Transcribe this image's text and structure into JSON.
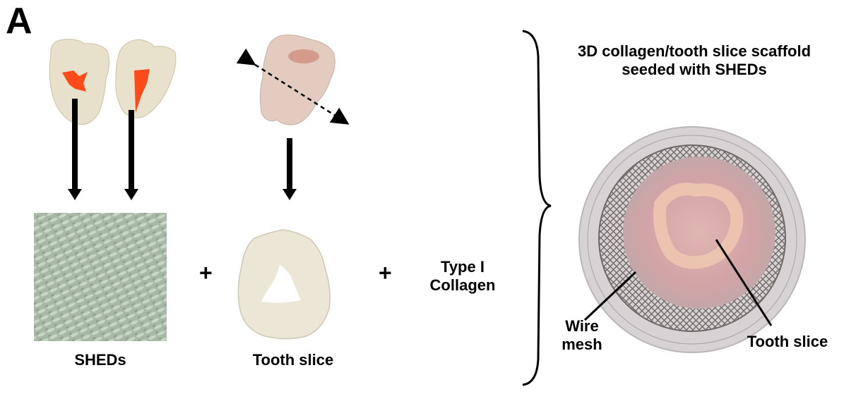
{
  "panel_letter": "A",
  "labels": {
    "sheds": "SHEDs",
    "tooth_slice": "Tooth slice",
    "collagen_line1": "Type I",
    "collagen_line2": "Collagen",
    "scaffold_title_line1": "3D collagen/tooth slice scaffold",
    "scaffold_title_line2": "seeded with SHEDs",
    "wire_mesh_line1": "Wire",
    "wire_mesh_line2": "mesh",
    "tooth_slice_callout": "Tooth slice",
    "plus_1": "+",
    "plus_2": "+"
  },
  "colors": {
    "pulp_highlight": "#ff4a1a",
    "arrow": "#000000",
    "cell_culture": "#a9bba8",
    "tooth": "#e9e4d4",
    "dish_pink": "#d9a9ac"
  }
}
